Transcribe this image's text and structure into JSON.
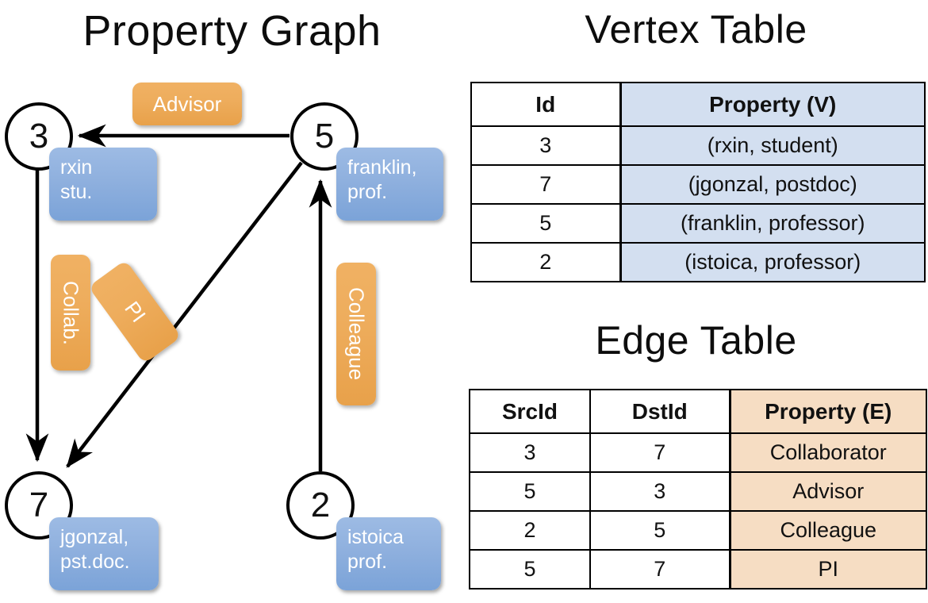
{
  "titles": {
    "property_graph": "Property Graph",
    "vertex_table": "Vertex Table",
    "edge_table": "Edge Table"
  },
  "colors": {
    "vertex_property_fill": "#d3dff0",
    "edge_property_fill": "#f6ddc3",
    "vertex_box_blue": "#8fb0de",
    "edge_label_orange": "#eead5d",
    "stroke": "#000000"
  },
  "graph": {
    "nodes": [
      {
        "id": "3",
        "property_line1": "rxin",
        "property_line2": "stu."
      },
      {
        "id": "5",
        "property_line1": "franklin,",
        "property_line2": "prof."
      },
      {
        "id": "7",
        "property_line1": "jgonzal,",
        "property_line2": "pst.doc."
      },
      {
        "id": "2",
        "property_line1": "istoica",
        "property_line2": "prof."
      }
    ],
    "edge_labels": [
      {
        "name": "advisor",
        "text": "Advisor"
      },
      {
        "name": "collab",
        "text": "Collab."
      },
      {
        "name": "pi",
        "text": "PI"
      },
      {
        "name": "colleague",
        "text": "Colleague"
      }
    ]
  },
  "vertex_table": {
    "headers": [
      "Id",
      "Property (V)"
    ],
    "rows": [
      {
        "id": "3",
        "property": "(rxin, student)"
      },
      {
        "id": "7",
        "property": "(jgonzal, postdoc)"
      },
      {
        "id": "5",
        "property": "(franklin, professor)"
      },
      {
        "id": "2",
        "property": "(istoica, professor)"
      }
    ]
  },
  "edge_table": {
    "headers": [
      "SrcId",
      "DstId",
      "Property (E)"
    ],
    "rows": [
      {
        "src": "3",
        "dst": "7",
        "property": "Collaborator"
      },
      {
        "src": "5",
        "dst": "3",
        "property": "Advisor"
      },
      {
        "src": "2",
        "dst": "5",
        "property": "Colleague"
      },
      {
        "src": "5",
        "dst": "7",
        "property": "PI"
      }
    ]
  }
}
